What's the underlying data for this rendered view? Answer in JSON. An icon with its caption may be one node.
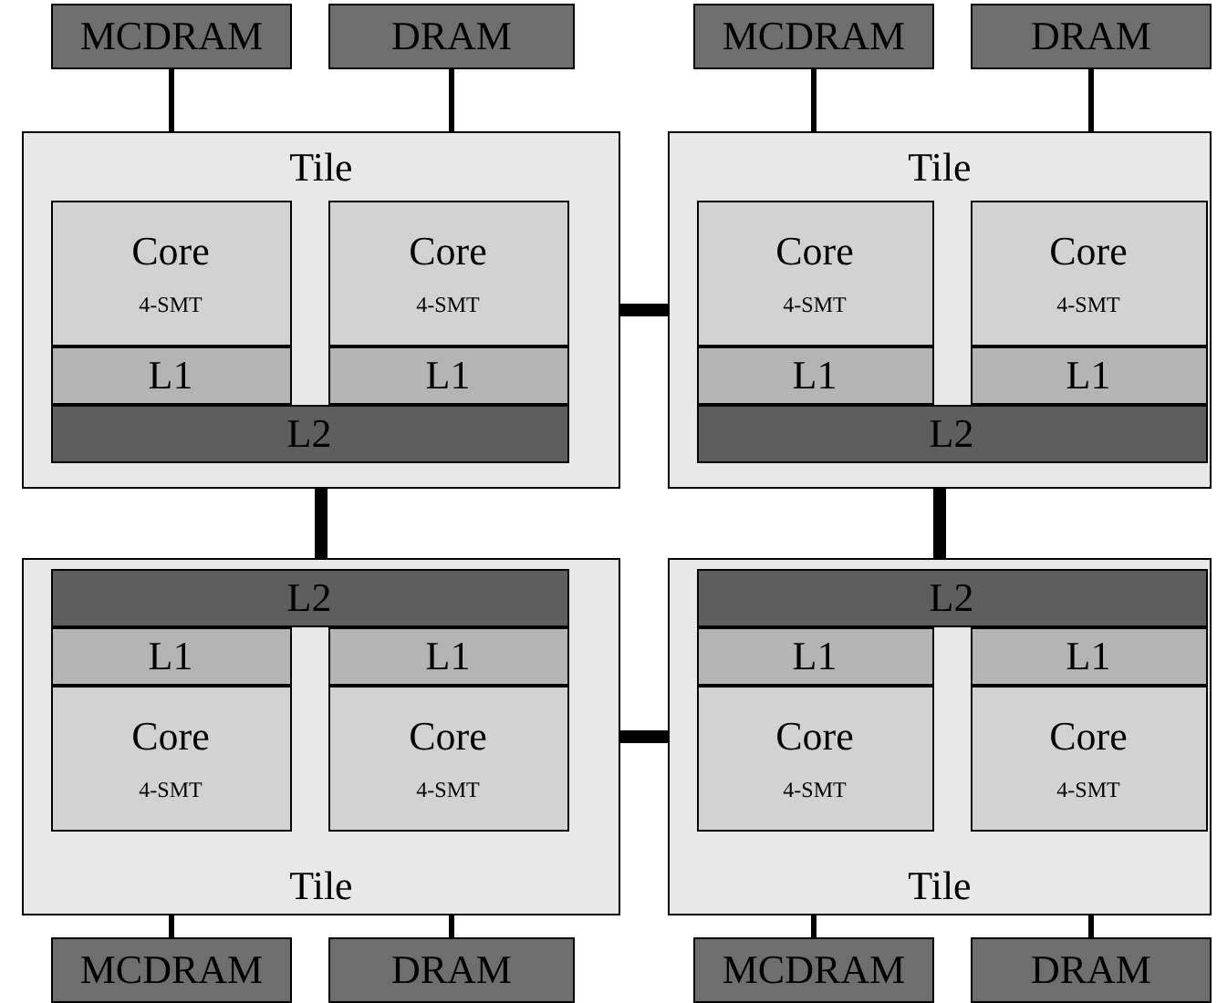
{
  "diagram": {
    "nodes": [
      {
        "text": [
          "MCDRAM"
        ]
      },
      {
        "text": [
          "DRAM"
        ]
      },
      {
        "text": [
          "MCDRAM"
        ]
      },
      {
        "text": [
          "DRAM"
        ]
      },
      {
        "text": [
          "Tile"
        ]
      },
      {
        "text": [
          "Core",
          "4-SMT"
        ],
        "in": 4
      },
      {
        "text": [
          "Core",
          "4-SMT"
        ],
        "in": 4
      },
      {
        "text": [
          "L1"
        ],
        "in": 4
      },
      {
        "text": [
          "L1"
        ],
        "in": 4
      },
      {
        "text": [
          "L2"
        ],
        "in": 4
      },
      {
        "text": [
          "Tile"
        ]
      },
      {
        "text": [
          "Core",
          "4-SMT"
        ],
        "in": 10
      },
      {
        "text": [
          "Core",
          "4-SMT"
        ],
        "in": 10
      },
      {
        "text": [
          "L1"
        ],
        "in": 10
      },
      {
        "text": [
          "L1"
        ],
        "in": 10
      },
      {
        "text": [
          "L2"
        ],
        "in": 10
      },
      {
        "text": [
          "Tile"
        ]
      },
      {
        "text": [
          "L2"
        ],
        "in": 16
      },
      {
        "text": [
          "L1"
        ],
        "in": 16
      },
      {
        "text": [
          "L1"
        ],
        "in": 16
      },
      {
        "text": [
          "Core",
          "4-SMT"
        ],
        "in": 16
      },
      {
        "text": [
          "Core",
          "4-SMT"
        ],
        "in": 16
      },
      {
        "text": [
          "Tile"
        ]
      },
      {
        "text": [
          "L2"
        ],
        "in": 22
      },
      {
        "text": [
          "L1"
        ],
        "in": 22
      },
      {
        "text": [
          "L1"
        ],
        "in": 22
      },
      {
        "text": [
          "Core",
          "4-SMT"
        ],
        "in": 22
      },
      {
        "text": [
          "Core",
          "4-SMT"
        ],
        "in": 22
      },
      {
        "text": [
          "MCDRAM"
        ]
      },
      {
        "text": [
          "DRAM"
        ]
      },
      {
        "text": [
          "MCDRAM"
        ]
      },
      {
        "text": [
          "DRAM"
        ]
      }
    ],
    "edges": [
      {
        "from": 0,
        "to": 4,
        "arrow": "none"
      },
      {
        "from": 1,
        "to": 4,
        "arrow": "none"
      },
      {
        "from": 2,
        "to": 10,
        "arrow": "none"
      },
      {
        "from": 3,
        "to": 10,
        "arrow": "none"
      },
      {
        "from": 4,
        "to": 10,
        "arrow": "none",
        "style": "thick"
      },
      {
        "from": 4,
        "to": 16,
        "arrow": "none",
        "style": "thick"
      },
      {
        "from": 10,
        "to": 22,
        "arrow": "none",
        "style": "thick"
      },
      {
        "from": 16,
        "to": 22,
        "arrow": "none",
        "style": "thick"
      },
      {
        "from": 16,
        "to": 28,
        "arrow": "none"
      },
      {
        "from": 16,
        "to": 29,
        "arrow": "none"
      },
      {
        "from": 22,
        "to": 30,
        "arrow": "none"
      },
      {
        "from": 22,
        "to": 31,
        "arrow": "none"
      }
    ]
  }
}
